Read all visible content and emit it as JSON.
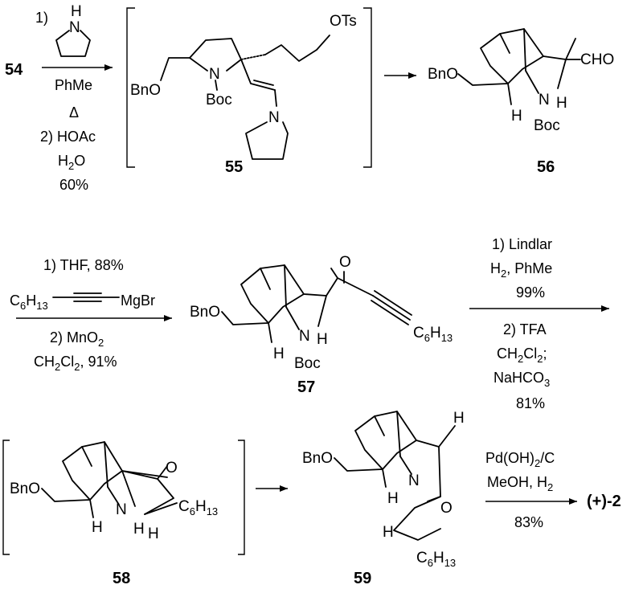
{
  "compounds": {
    "c54": "54",
    "c55": "55",
    "c56": "56",
    "c57": "57",
    "c58": "58",
    "c59": "59",
    "product": "(+)-2"
  },
  "step1": {
    "l1": "1)",
    "l2": "PhMe",
    "l3": "Δ",
    "l4": "2) HOAc",
    "l5a": "H",
    "l5b": "2",
    "l5c": "O",
    "l6": "60%"
  },
  "step3": {
    "l1": "1) THF, 88%",
    "c6": "C",
    "c6sub": "6",
    "h13": "H",
    "h13sub": "13",
    "mgbr": "MgBr",
    "l3a": "2) MnO",
    "l3b": "2",
    "l4a": "CH",
    "l4b": "2",
    "l4c": "Cl",
    "l4d": "2",
    "l4e": ", 91%"
  },
  "step4": {
    "l1": "1) Lindlar",
    "l2a": "H",
    "l2b": "2",
    "l2c": ", PhMe",
    "l3": "99%",
    "l4": "2) TFA",
    "l5a": "CH",
    "l5b": "2",
    "l5c": "Cl",
    "l5d": "2",
    "l5e": ";",
    "l6a": "NaHCO",
    "l6b": "3",
    "l7": "81%"
  },
  "step6": {
    "l1a": "Pd(OH)",
    "l1b": "2",
    "l1c": "/C",
    "l2a": "MeOH, H",
    "l2b": "2",
    "l3": "83%"
  },
  "atoms": {
    "H": "H",
    "N": "N",
    "O": "O",
    "Boc": "Boc",
    "BnO": "BnO",
    "OTs": "OTs",
    "CHO": "CHO",
    "C": "C",
    "six": "6",
    "thirteen": "13"
  }
}
